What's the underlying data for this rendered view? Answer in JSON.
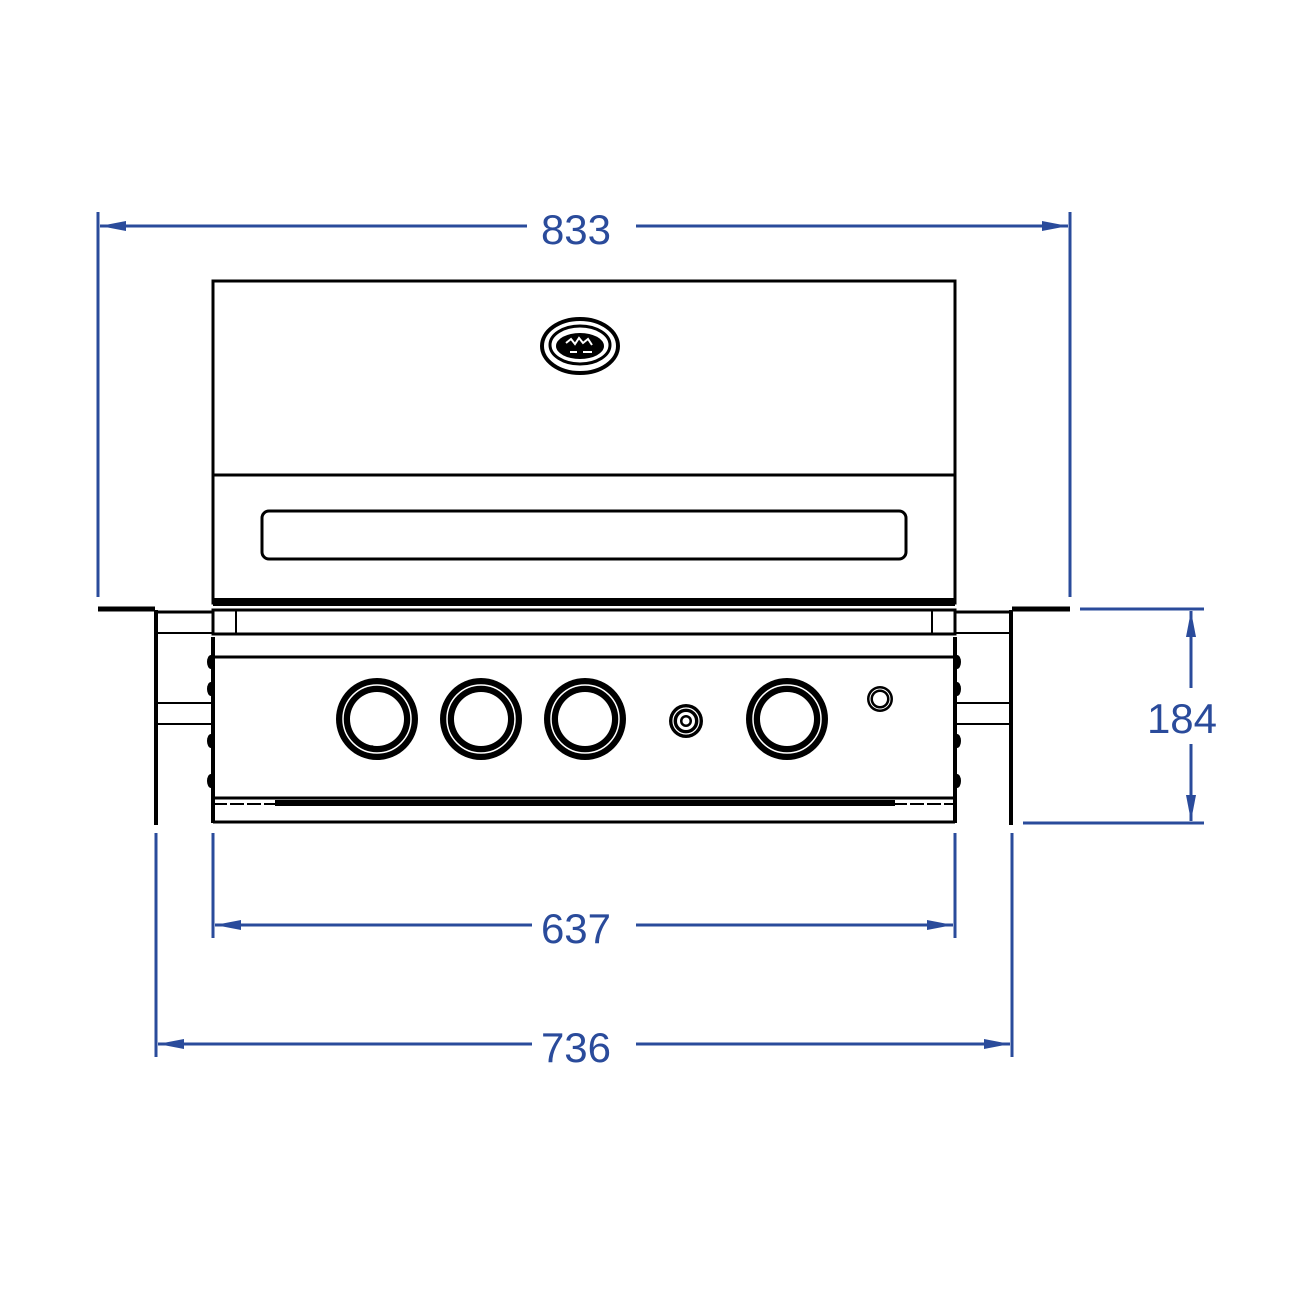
{
  "diagram": {
    "subject": "Built-in gas grill, front view",
    "colors": {
      "dimension": "#2a4b9b",
      "outline": "#000000",
      "background": "#ffffff"
    },
    "dimensions": {
      "overall_width": {
        "value": "833",
        "unit": "mm"
      },
      "height_below_flange": {
        "value": "184",
        "unit": "mm"
      },
      "body_width": {
        "value": "637",
        "unit": "mm"
      },
      "cutout_width": {
        "value": "736",
        "unit": "mm"
      }
    },
    "components": {
      "hood": {
        "logo": "brand-emblem"
      },
      "handle": "hood-handle",
      "control_panel": {
        "main_knobs": 4,
        "ignition_button": 1,
        "indicator_light": 1
      }
    }
  }
}
